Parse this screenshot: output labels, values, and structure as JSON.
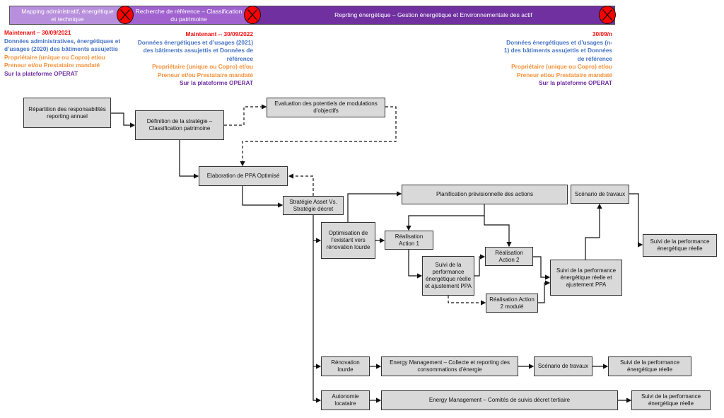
{
  "phases": [
    {
      "label": "Mapping administratif, énergétique et technique",
      "color": "#b88fdc"
    },
    {
      "label": "Recherche de référence – Classification du patrimoine",
      "color": "#9f62cf"
    },
    {
      "label": "Reprting énergétique – Gestion énergétique et Environnementale des actif",
      "color": "#7030a0"
    }
  ],
  "milestones": [
    {
      "date": "Maintenant – 30/09/2021",
      "data": [
        "Données administratives, énergétiques et",
        "d’usages (2020) des bâtiments assujettis"
      ],
      "actor": [
        "Propriétaire (unique ou Copro) et/ou",
        "Preneur et/ou Prestataire mandaté"
      ],
      "platform": "Sur la plateforme OPERAT"
    },
    {
      "date": "Maintenant -- 30/09/2022",
      "data": [
        "Données énergétiques et d’usages (2021)",
        "des bâtiments assujettis et Données de",
        "référence"
      ],
      "actor": [
        "Propriétaire (unique ou Copro) et/ou",
        "Preneur et/ou Prestataire mandaté"
      ],
      "platform": "Sur la plateforme OPERAT"
    },
    {
      "date": "30/09/n",
      "data": [
        "Données énergétiques et d’usages (n-",
        "1) des bâtiments assujettis et Données",
        "de référence"
      ],
      "actor": [
        "Propriétaire (unique ou Copro) et/ou",
        "Preneur et/ou Prestataire mandaté"
      ],
      "platform": "Sur la plateforme OPERAT"
    }
  ],
  "boxes": {
    "repartition": "Répartition des responsabilités reporting annuel",
    "definition": "Définition de la stratégie – Classification patrimoine",
    "evaluation": "Evaluation des potentiels de modulations d’objectifs",
    "elaboration": "Elaboration de PPA Optimisé",
    "strategie": "Stratégie Asset Vs. Stratégie décret",
    "planification": "Planification prévisionnelle des actions",
    "scenario_top": "Scénario de travaux",
    "optimisation": "Optimisation de l’existant vers rénovation lourde",
    "action1": "Réalisation Action 1",
    "suivi_small": "Suivi de la performance énergétique réelle et ajustement PPA",
    "action2": "Réalisation Action 2",
    "action2_mod": "Réalisation Action 2 modulé",
    "suivi_ppa": "Suivi de la performance énergétique réelle et ajustement PPA",
    "suivi_right": "Suivi de la performance énergétique réelle",
    "renovation": "Rénovation lourde",
    "em_collecte": "Energy Management – Collecte et reporting des consommations d’énergie",
    "scenario_bottom": "Scénario de travaux",
    "suivi_reno": "Suivi de la performance énergétique réelle",
    "autonomie": "Autonomie locataire",
    "em_comites": "Energy Management – Comités de suivis décret tertiaire",
    "suivi_auto": "Suivi de la performance énergétique réelle"
  }
}
